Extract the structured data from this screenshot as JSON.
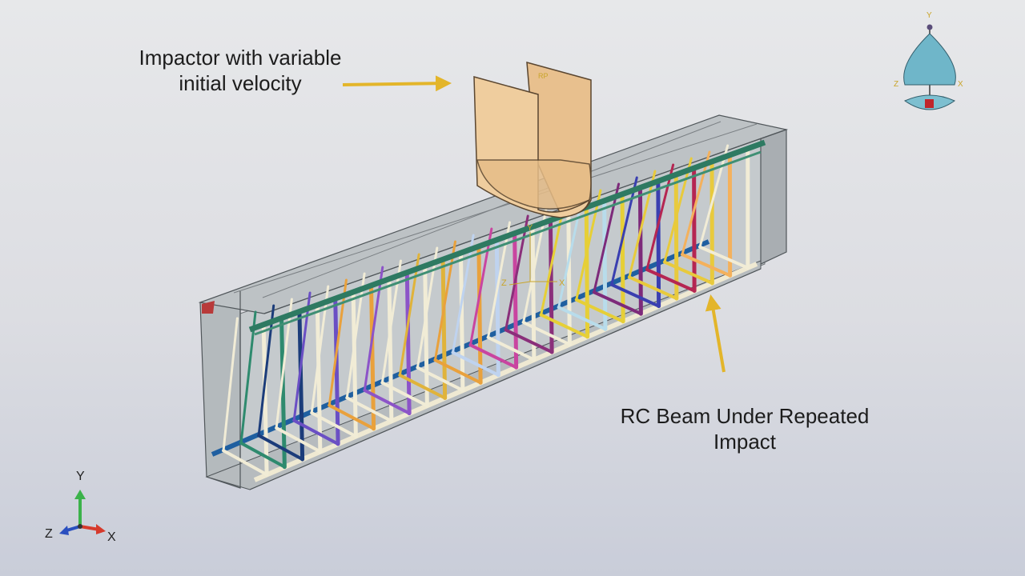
{
  "annotations": {
    "impactor": {
      "line1": "Impactor with variable",
      "line2": "initial velocity"
    },
    "beam": {
      "line1": "RC Beam Under Repeated",
      "line2": "Impact"
    }
  },
  "triad": {
    "y": "Y",
    "z": "Z",
    "x": "X"
  },
  "local_axes": {
    "y": "Y",
    "z": "Z",
    "x": "X",
    "rp": "RP"
  },
  "view_cube": {
    "top": "Y",
    "left": "Z",
    "right": "X"
  },
  "colors": {
    "beam_concrete": "#c7cccf",
    "beam_top": "#bcc1c4",
    "impactor": "#ecc796",
    "arrow": "#e3b52a",
    "top_rebar": "#2e7a62",
    "bottom_rebar": "#1f5fa0",
    "view_cube": "#6fb6c9"
  },
  "stirrup_colors": [
    "#f1ecd6",
    "#2e8a6e",
    "#1b3c7a",
    "#f1ecd6",
    "#6a4fc4",
    "#f1ecd6",
    "#e9a13c",
    "#f1ecd6",
    "#8c54c8",
    "#f1ecd6",
    "#e0b33a",
    "#f1ecd6",
    "#e9a13c",
    "#bfd3ef",
    "#c945a0",
    "#f1ecd6",
    "#8a2f7a",
    "#f1ecd6",
    "#e6cf36",
    "#b8dceb",
    "#e6cf36",
    "#7d2a7a",
    "#3a3fb0",
    "#e8ca3c",
    "#b52652",
    "#e8ca3c",
    "#f4b15c",
    "#f1ecd6"
  ]
}
